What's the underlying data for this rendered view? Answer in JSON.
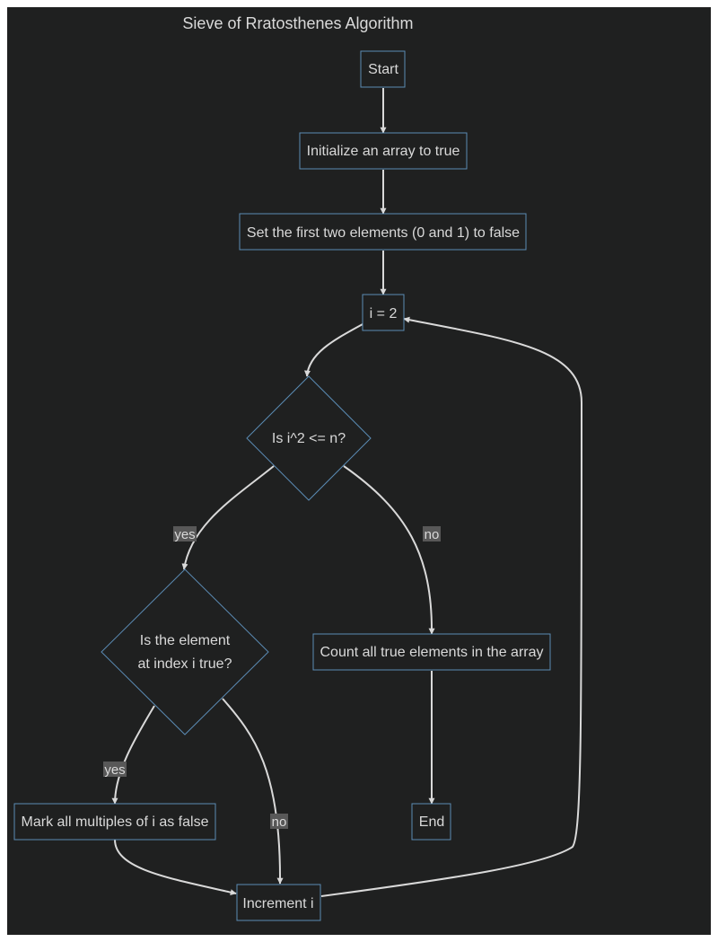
{
  "title": "Sieve of Rratosthenes Algorithm",
  "colors": {
    "background": "#1f2020",
    "node_border": "#5b8bb4",
    "text": "#d9d9d9",
    "edge": "#d9d9d9",
    "label_background": "#585858"
  },
  "nodes": {
    "start": "Start",
    "init": "Initialize an array to true",
    "set_false": "Set the first two elements (0 and 1) to false",
    "i_assign": "i = 2",
    "cond_square": "Is i^2 <= n?",
    "cond_element_line1": "Is the element",
    "cond_element_line2": "at index i true?",
    "count": "Count all true elements in the array",
    "end": "End",
    "mark": "Mark all multiples of i as false",
    "increment": "Increment i"
  },
  "edge_labels": {
    "square_yes": "yes",
    "square_no": "no",
    "element_yes": "yes",
    "element_no": "no"
  }
}
